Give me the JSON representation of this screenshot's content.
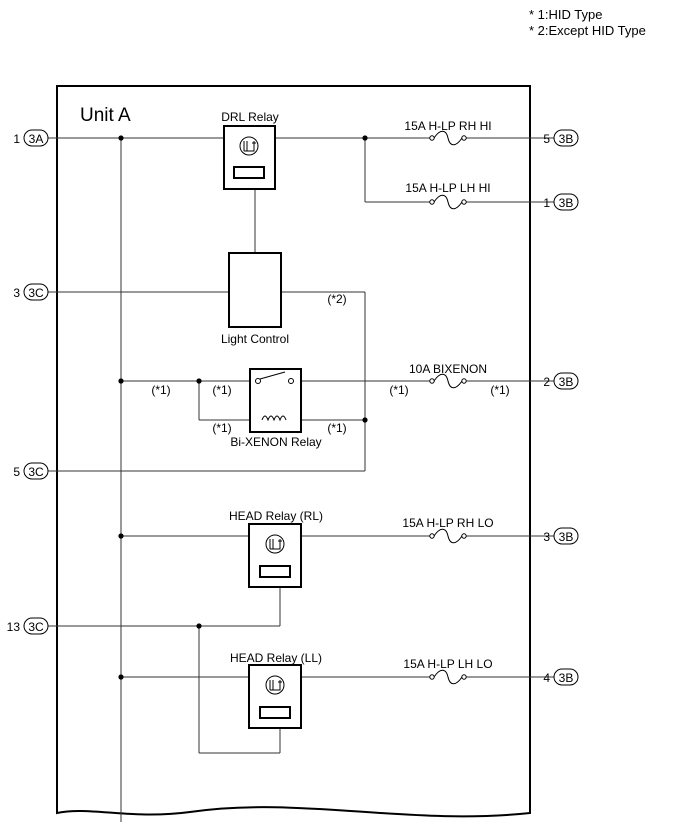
{
  "legend": {
    "line1": "* 1:HID Type",
    "line2": "* 2:Except HID Type"
  },
  "unit": {
    "title": "Unit A"
  },
  "components": {
    "drl_relay": "DRL Relay",
    "light_control": "Light Control",
    "bixenon_relay": "Bi-XENON Relay",
    "head_relay_rl": "HEAD Relay (RL)",
    "head_relay_ll": "HEAD Relay (LL)"
  },
  "fuses": {
    "rh_hi": "15A H-LP RH HI",
    "lh_hi": "15A H-LP LH HI",
    "bixenon": "10A BIXENON",
    "rh_lo": "15A H-LP RH LO",
    "lh_lo": "15A H-LP LH LO"
  },
  "left_pins": [
    {
      "num": "1",
      "conn": "3A"
    },
    {
      "num": "3",
      "conn": "3C"
    },
    {
      "num": "5",
      "conn": "3C"
    },
    {
      "num": "13",
      "conn": "3C"
    }
  ],
  "right_pins": [
    {
      "num": "5",
      "conn": "3B"
    },
    {
      "num": "1",
      "conn": "3B"
    },
    {
      "num": "2",
      "conn": "3B"
    },
    {
      "num": "3",
      "conn": "3B"
    },
    {
      "num": "4",
      "conn": "3B"
    }
  ],
  "notes": {
    "star1": "(*1)",
    "star2": "(*2)"
  }
}
